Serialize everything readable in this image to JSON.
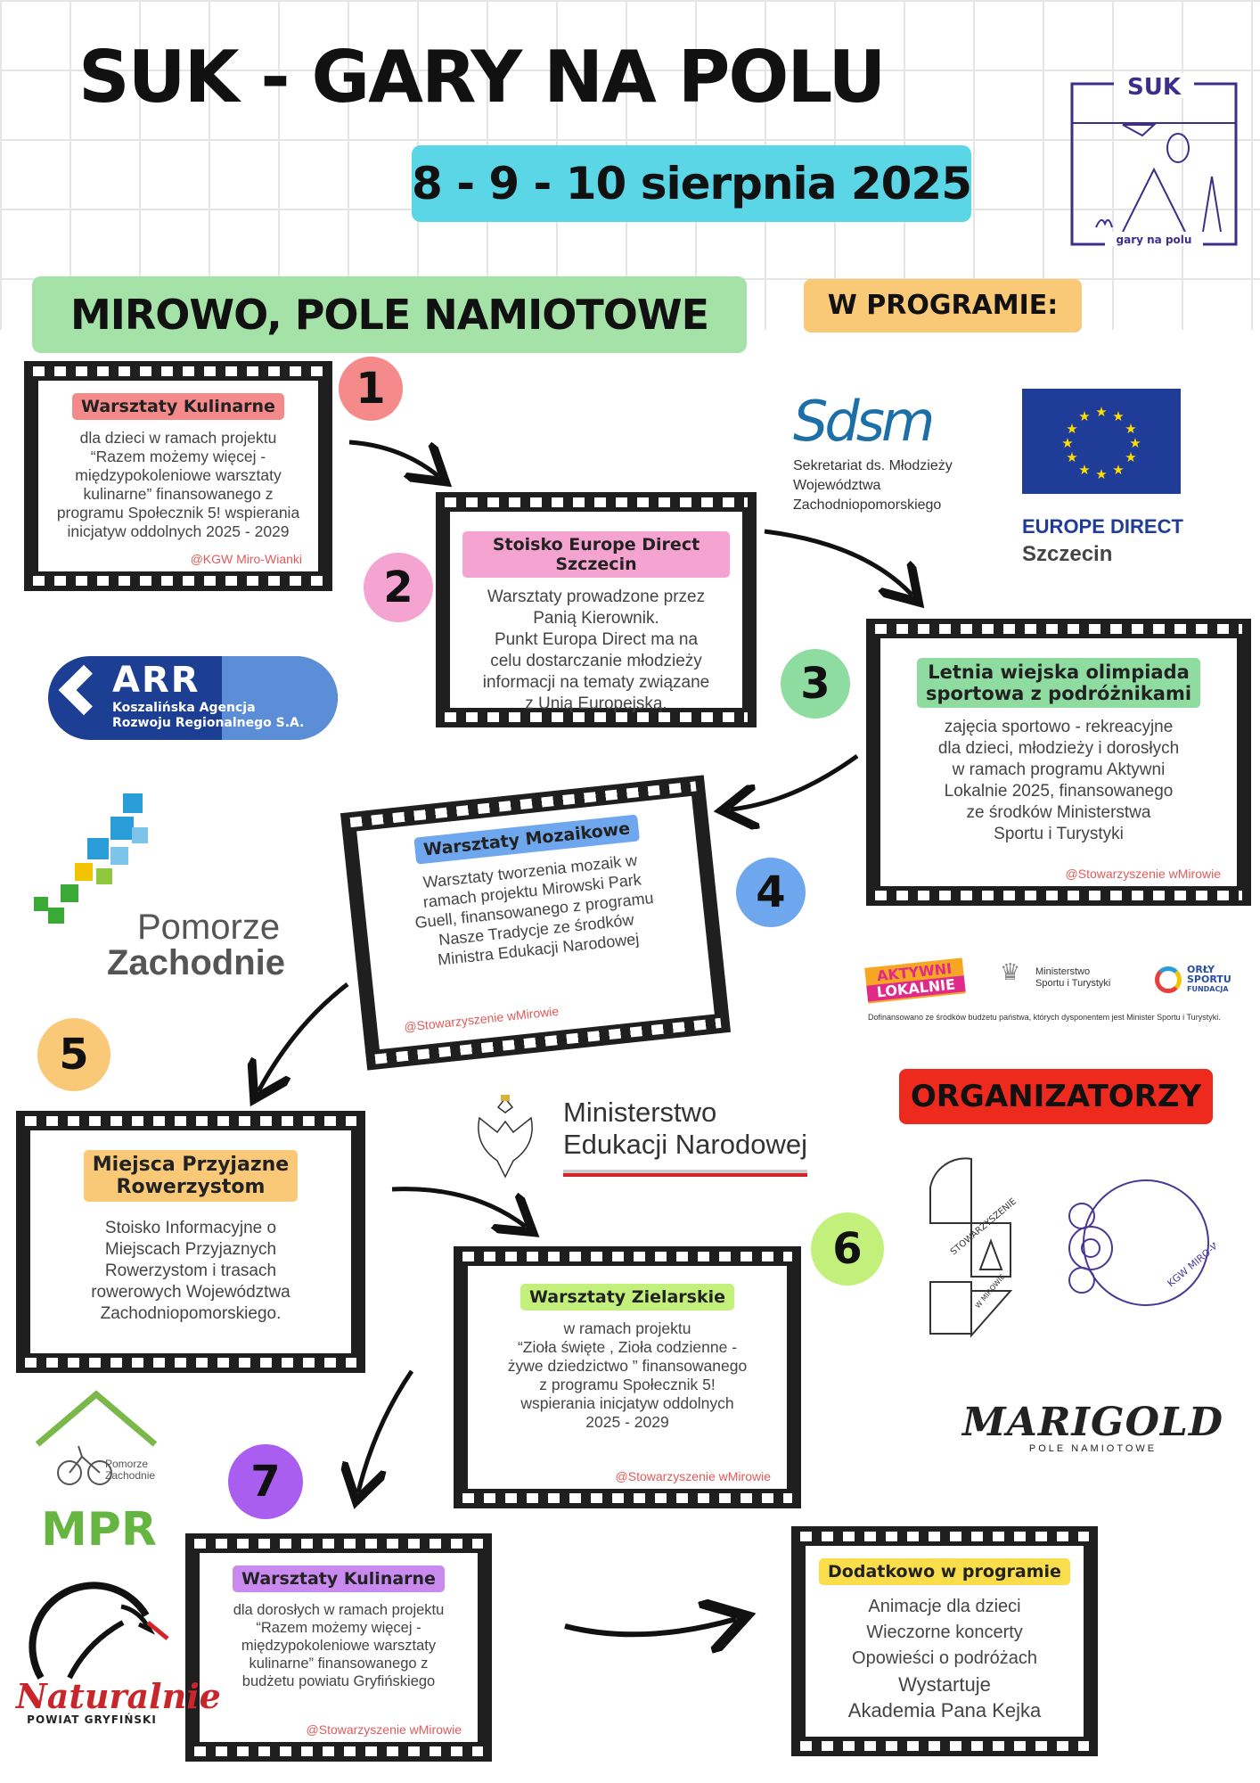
{
  "header": {
    "title": "SUK - GARY NA POLU",
    "date": "8 - 9 - 10 sierpnia 2025",
    "place": "MIROWO, POLE NAMIOTOWE",
    "program": "W PROGRAMIE:"
  },
  "suk_logo": {
    "top": "SUK",
    "bottom": "gary na polu"
  },
  "steps": [
    {
      "num": "1",
      "color": "#f58a8a",
      "tag": "Warsztaty Kulinarne",
      "tag_color": "#f58a8a",
      "desc": "dla dzieci w ramach projektu\n“Razem możemy więcej -\nmiędzypokoleniowe warsztaty\nkulinarne” finansowanego z\nprogramu Społecznik 5! wspierania\ninicjatyw oddolnych 2025 - 2029",
      "credit": "@KGW Miro-Wianki"
    },
    {
      "num": "2",
      "color": "#f5a3d0",
      "tag": "Stoisko Europe Direct Szczecin",
      "tag_color": "#f5a3d0",
      "desc": "Warsztaty prowadzone przez\nPanią Kierownik.\nPunkt Europa Direct ma na\ncelu dostarczanie młodzieży\ninformacji na tematy związane\nz Unią Europejską.",
      "credit": ""
    },
    {
      "num": "3",
      "color": "#8fdca0",
      "tag": "Letnia wiejska olimpiada\nsportowa z podróżnikami",
      "tag_color": "#8fdca0",
      "desc": "zajęcia sportowo - rekreacyjne\ndla dzieci, młodzieży i dorosłych\nw ramach programu Aktywni\nLokalnie 2025, finansowanego\nze środków Ministerstwa\nSportu i Turystyki",
      "credit": "@Stowarzyszenie wMirowie"
    },
    {
      "num": "4",
      "color": "#6fa7ee",
      "tag": "Warsztaty Mozaikowe",
      "tag_color": "#6fa7ee",
      "desc": "Warsztaty tworzenia mozaik w\nramach projektu Mirowski Park\nGuell, finansowanego z programu\nNasze Tradycje  ze środków\nMinistra Edukacji Narodowej",
      "credit": "@Stowarzyszenie wMirowie"
    },
    {
      "num": "5",
      "color": "#f9c978",
      "tag": "Miejsca Przyjazne\nRowerzystom",
      "tag_color": "#f9c978",
      "desc": "Stoisko Informacyjne o\nMiejscach Przyjaznych\nRowerzystom i trasach\nrowerowych Województwa\nZachodniopomorskiego.",
      "credit": ""
    },
    {
      "num": "6",
      "color": "#c3f07a",
      "tag": "Warsztaty Zielarskie",
      "tag_color": "#c3f07a",
      "desc": "w ramach projektu\n“Zioła święte , Zioła codzienne -\nżywe dziedzictwo ” finansowanego\nz  programu Społecznik 5!\nwspierania inicjatyw oddolnych\n2025 - 2029",
      "credit": "@Stowarzyszenie wMirowie"
    },
    {
      "num": "7",
      "color": "#a95ef0",
      "tag": "Warsztaty Kulinarne",
      "tag_color": "#c98af0",
      "desc": "dla dorosłych w ramach projektu\n“Razem możemy więcej -\nmiędzypokoleniowe warsztaty\nkulinarne” finansowanego z\nbudżetu powiatu Gryfińskiego",
      "credit": "@Stowarzyszenie wMirowie"
    }
  ],
  "extra": {
    "tag": "Dodatkowo w programie",
    "tag_color": "#f9dd4a",
    "items": [
      "Animacje dla dzieci",
      "Wieczorne koncerty",
      "Opowieści o podróżach",
      "Wystartuje",
      "Akademia Pana Kejka"
    ]
  },
  "organizers_label": "ORGANIZATORZY",
  "logos": {
    "sdsm": "Sdsm",
    "sdsm_line1": "Sekretariat ds. Młodzieży",
    "sdsm_line2": "Województwa",
    "sdsm_line3": "Zachodniopomorskiego",
    "europe1": "EUROPE DIRECT",
    "europe2": "Szczecin",
    "arr": "ARR",
    "arr_line1": "Koszalińska Agencja",
    "arr_line2": "Rozwoju Regionalnego S.A.",
    "pomorze1": "Pomorze",
    "pomorze2": "Zachodnie",
    "aktywni1": "AKTYWNI",
    "aktywni2": "LOKALNIE",
    "ministerstwo_sport1": "Ministerstwo",
    "ministerstwo_sport2": "Sportu i Turystyki",
    "orly1": "ORŁY",
    "orly2": "SPORTU",
    "orly3": "FUNDACJA",
    "dofinansowano": "Dofinansowano ze środków budżetu państwa, których dysponentem jest Minister Sportu i Turystyki.",
    "men1": "Ministerstwo",
    "men2": "Edukacji Narodowej",
    "stow": "STOWARZYSZENIE",
    "stow2": "W MIROWIE",
    "kgw": "KGW MIRO-WIANKI W MIROWIE",
    "marigold": "MARIGOLD",
    "marigold2": "POLE NAMIOTOWE",
    "mpr_small1": "Pomorze",
    "mpr_small2": "Zachodnie",
    "mpr": "MPR",
    "naturalnie": "Naturalnie",
    "naturalnie2": "POWIAT GRYFIŃSKI"
  },
  "colors": {
    "accent_blue": "#5ad6e6",
    "accent_green": "#a4e2a8",
    "accent_orange": "#f9c978",
    "red": "#ee2a1f",
    "eu_blue": "#1f3c99"
  }
}
